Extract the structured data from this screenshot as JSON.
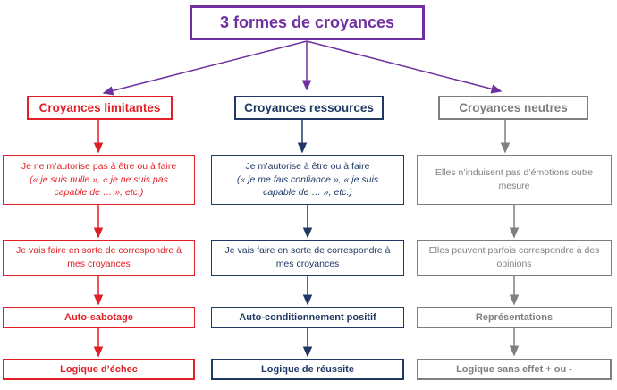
{
  "title": "3 formes de croyances",
  "colors": {
    "purple": "#7030a0",
    "red": "#e02026",
    "navy": "#1f3864",
    "gray": "#7f7f7f"
  },
  "columns": [
    {
      "header": "Croyances limitantes",
      "boxes": [
        {
          "main": "Je ne m’autorise pas à être ou à faire",
          "quote": "(« je suis nulle », « je ne suis pas capable de … », etc.)"
        },
        {
          "main": "Je vais faire en sorte de correspondre à mes croyances"
        },
        {
          "label": "Auto-sabotage"
        },
        {
          "label": "Logique d’échec"
        }
      ]
    },
    {
      "header": "Croyances ressources",
      "boxes": [
        {
          "main": "Je m’autorise à être ou à faire",
          "quote": "(« je me fais confiance », « je suis capable de … », etc.)"
        },
        {
          "main": "Je vais faire en sorte de correspondre à mes croyances"
        },
        {
          "label": "Auto-conditionnement positif"
        },
        {
          "label": "Logique de réussite"
        }
      ]
    },
    {
      "header": "Croyances neutres",
      "boxes": [
        {
          "main": "Elles n’induisent pas d’émotions outre mesure"
        },
        {
          "main": "Elles peuvent parfois correspondre à des opinions"
        },
        {
          "label": "Représentations"
        },
        {
          "label": "Logique sans effet + ou -"
        }
      ]
    }
  ]
}
